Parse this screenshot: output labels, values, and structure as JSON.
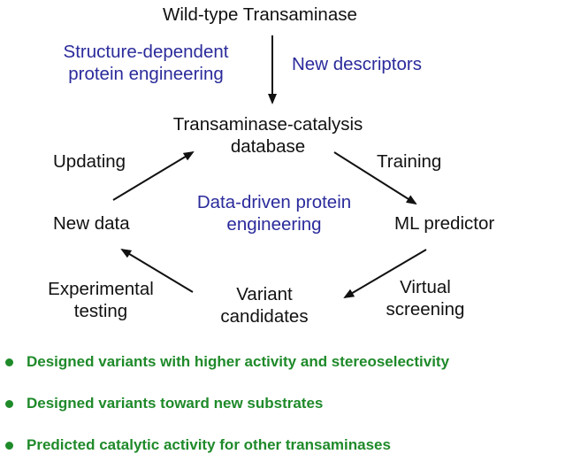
{
  "nodes": {
    "wild_type": "Wild-type Transaminase",
    "database": "Transaminase-catalysis database",
    "ml_predictor": "ML predictor",
    "variant_candidates": "Variant candidates",
    "new_data": "New data"
  },
  "edge_labels": {
    "structure_dependent": "Structure-dependent protein engineering",
    "new_descriptors": "New descriptors",
    "training": "Training",
    "virtual_screening": "Virtual screening",
    "experimental_testing": "Experimental testing",
    "updating": "Updating"
  },
  "center_label": "Data-driven protein engineering",
  "bullets": [
    "Designed variants with higher activity and stereoselectivity",
    "Designed variants toward new substrates",
    "Predicted catalytic activity for other transaminases"
  ],
  "colors": {
    "node_text": "#111111",
    "blue_text": "#2b2b9c",
    "bullet_green": "#1f8a2a",
    "arrow": "#111111"
  }
}
